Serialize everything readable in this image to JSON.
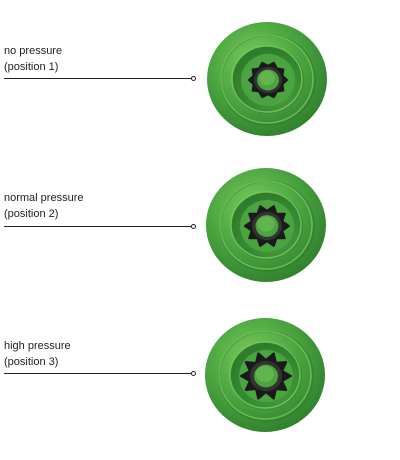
{
  "states": [
    {
      "label_line1": "no pressure",
      "label_line2": "(position 1)",
      "icon": "membrane-valve-icon",
      "teeth_spread": 0
    },
    {
      "label_line1": "normal pressure",
      "label_line2": "(position 2)",
      "icon": "membrane-valve-icon",
      "teeth_spread": 0.5
    },
    {
      "label_line1": "high pressure",
      "label_line2": "(position 3)",
      "icon": "membrane-valve-icon",
      "teeth_spread": 1
    }
  ],
  "colors": {
    "membrane_dark": "#2f7d2c",
    "membrane_mid": "#4aa43f",
    "membrane_light": "#7ccc5f",
    "core": "#1a1a1a",
    "leader": "#222222"
  }
}
